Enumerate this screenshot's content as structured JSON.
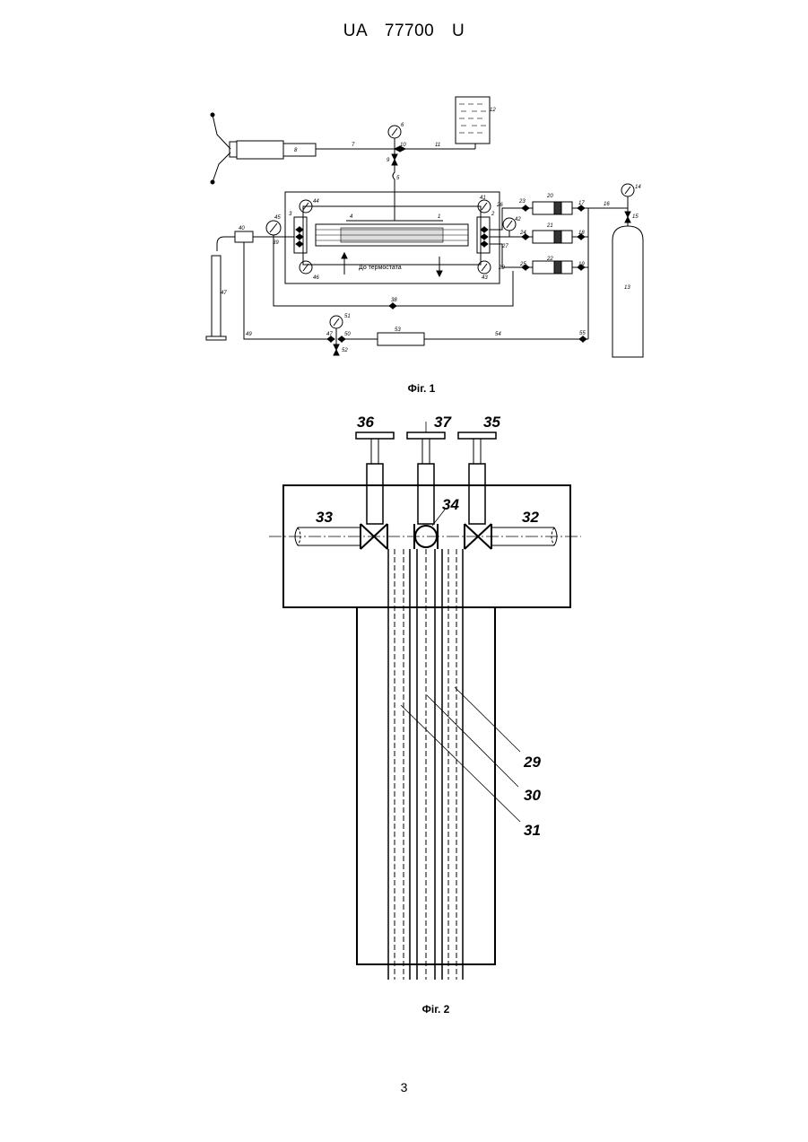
{
  "header": {
    "text": "UA  77700  U"
  },
  "fig1": {
    "caption": "Фіг. 1",
    "thermostat_text": "До термостата",
    "labels": [
      "1",
      "2",
      "3",
      "4",
      "5",
      "6",
      "7",
      "8",
      "10",
      "11",
      "12",
      "13",
      "14",
      "15",
      "16",
      "17",
      "18",
      "19",
      "20",
      "21",
      "22",
      "23",
      "24",
      "25",
      "26",
      "27",
      "28",
      "38",
      "39",
      "40",
      "41",
      "42",
      "43",
      "44",
      "45",
      "46",
      "47",
      "49",
      "50",
      "51",
      "52",
      "53",
      "54",
      "55",
      "9"
    ]
  },
  "fig2": {
    "caption": "Фіг. 2",
    "labels": {
      "l36": "36",
      "l37": "37",
      "l35": "35",
      "l33": "33",
      "l34": "34",
      "l32": "32",
      "l29": "29",
      "l30": "30",
      "l31": "31"
    }
  },
  "page_number": "3"
}
